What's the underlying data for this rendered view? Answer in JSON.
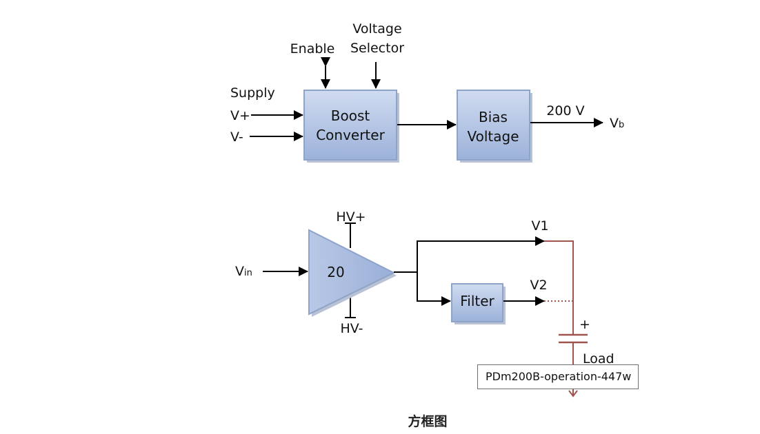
{
  "top": {
    "enable": "Enable",
    "voltage_selector": [
      "Voltage",
      "Selector"
    ],
    "supply": "Supply",
    "v_plus": "V+",
    "v_minus": "V-",
    "boost_converter": [
      "Boost",
      "Converter"
    ],
    "bias_voltage": [
      "Bias",
      "Voltage"
    ],
    "output_voltage": "200 V",
    "vb": {
      "main": "V",
      "sub": "b"
    }
  },
  "bottom": {
    "vin": {
      "main": "V",
      "sub": "in"
    },
    "gain": "20",
    "hv_plus": "HV+",
    "hv_minus": "HV-",
    "filter": "Filter",
    "v1": "V1",
    "v2": "V2",
    "plus": "+",
    "load": "Load"
  },
  "tooltip": "PDm200B-operation-447w",
  "caption": "方框图",
  "colors": {
    "box_fill_top": "#c9d6ee",
    "box_fill_bottom": "#9fb4dc",
    "box_border": "#8ea3c8",
    "wire_load": "#a0524d"
  }
}
